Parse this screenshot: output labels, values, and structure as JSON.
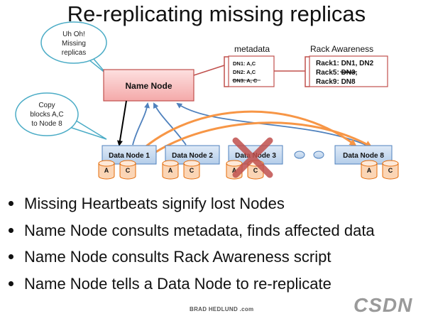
{
  "title": "Re-replicating missing replicas",
  "callouts": {
    "missing": [
      "Uh Oh!",
      "Missing",
      "replicas"
    ],
    "copy": [
      "Copy",
      "blocks A,C",
      "to Node 8"
    ]
  },
  "name_node": {
    "label": "Name Node"
  },
  "metadata": {
    "heading": "metadata",
    "rows": [
      {
        "text": "DN1: A,C",
        "struck": false
      },
      {
        "text": "DN2: A,C",
        "struck": false
      },
      {
        "text": "DN3: A, C",
        "struck": true
      }
    ]
  },
  "rack_awareness": {
    "heading": "Rack Awareness",
    "rows": [
      {
        "prefix": "Rack1: ",
        "struck": "",
        "suffix": "DN1, DN2"
      },
      {
        "prefix": "Rack5: ",
        "struck": "DN3",
        "suffix": ","
      },
      {
        "prefix": "Rack9: ",
        "struck": "",
        "suffix": "DN8"
      }
    ]
  },
  "data_nodes": [
    {
      "label": "Data Node 1",
      "blocks": [
        "A",
        "C"
      ],
      "failed": false
    },
    {
      "label": "Data Node 2",
      "blocks": [
        "A",
        "C"
      ],
      "failed": false
    },
    {
      "label": "Data Node 3",
      "blocks": [
        "A",
        "C"
      ],
      "failed": true
    },
    {
      "label": "Data Node 8",
      "blocks": [
        "A",
        "C"
      ],
      "failed": false
    }
  ],
  "bullets": [
    "Missing Heartbeats signify lost Nodes",
    "Name Node consults metadata, finds affected data",
    "Name Node consults Rack Awareness script",
    "Name Node tells a Data Node to re-replicate"
  ],
  "credit": "BRAD HEDLUND .com",
  "watermark": "CSDN",
  "colors": {
    "name_node_fill": "#f7b8b8",
    "name_node_border": "#c0504d",
    "data_node_fill": "#c6dcf3",
    "data_node_border": "#4f81bd",
    "block_fill": "#fbd5b5",
    "block_border": "#e46c0a",
    "heartbeat_arrow": "#4f81bd",
    "replication_arrow": "#f79646",
    "failure_x": "#c0504d",
    "callout_border": "#4bacc6",
    "bracket": "#c0504d"
  }
}
